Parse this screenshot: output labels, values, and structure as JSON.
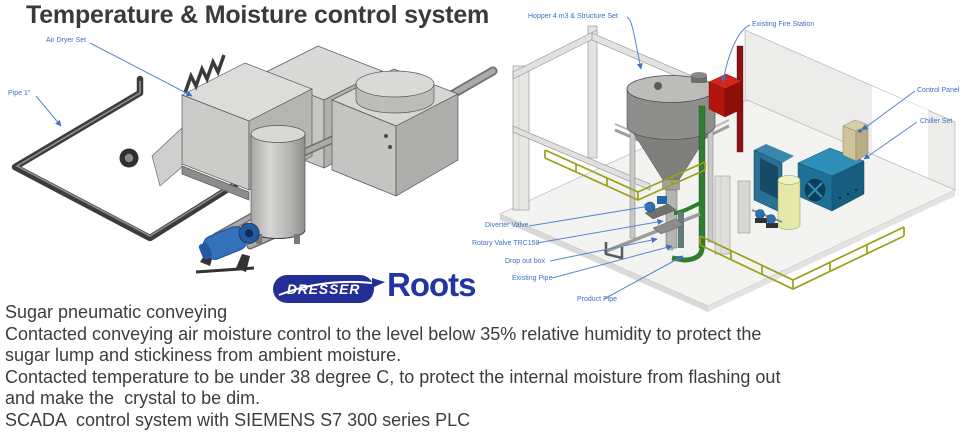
{
  "title": "Temperature & Moisture control system",
  "left_diagram": {
    "labels": [
      {
        "text": "Air Dryer Set"
      },
      {
        "text": "Pipe 1\""
      }
    ],
    "logo": {
      "brand": "DRESSER",
      "product": "Roots"
    }
  },
  "right_diagram": {
    "labels": [
      {
        "text": "Hopper 4 m3 & Structure Set"
      },
      {
        "text": "Existing Fire Station"
      },
      {
        "text": "Control Panel"
      },
      {
        "text": "Chiller Set"
      },
      {
        "text": "Diverter Valve"
      },
      {
        "text": "Rotary Valve TRC150"
      },
      {
        "text": "Drop out box"
      },
      {
        "text": "Existing Pipe"
      },
      {
        "text": "Product Pipe"
      }
    ]
  },
  "description": {
    "lines": [
      "Sugar pneumatic conveying",
      "Contacted conveying air moisture control to the level below 35% relative humidity to protect the",
      "sugar lump and stickiness from ambient moisture.",
      "Contacted temperature to be under 38 degree C, to protect the internal moisture from flashing out",
      "and make the  crystal to be dim.",
      "SCADA  control system with SIEMENS S7 300 series PLC"
    ]
  },
  "colors": {
    "label_blue": "#3f6fc8",
    "text_gray": "#3d3d3d",
    "dresser_blue": "#232f96",
    "roots_blue": "#2234a6"
  }
}
